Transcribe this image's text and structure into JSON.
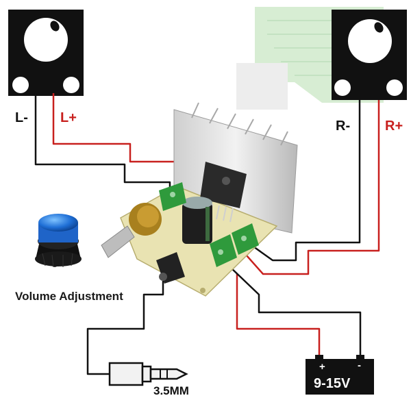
{
  "speakers": {
    "left_minus": "L-",
    "left_plus": "L+",
    "right_minus": "R-",
    "right_plus": "R+"
  },
  "controls": {
    "volume_label": "Volume Adjustment"
  },
  "audio_input": {
    "jack_label": "3.5MM"
  },
  "power": {
    "plus_symbol": "+",
    "minus_symbol": "-",
    "voltage": "9-15V"
  },
  "colors": {
    "positive_wire": "#c8201e",
    "negative_wire": "#111111",
    "terminal_green": "#2f9a3c",
    "board": "#e9e3b2"
  }
}
